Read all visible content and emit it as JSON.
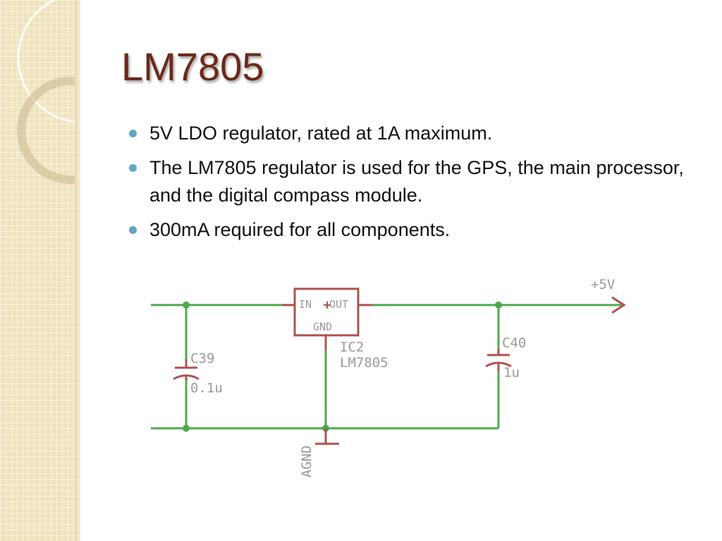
{
  "slide": {
    "title": "LM7805",
    "bullets": [
      "5V LDO regulator, rated at 1A maximum.",
      "The LM7805 regulator is used for the GPS, the main processor,  and the digital compass module.",
      "300mA required for all components."
    ]
  },
  "schematic": {
    "ic_pin_in": "IN",
    "ic_pin_out": "OUT",
    "ic_pin_gnd": "GND",
    "ic_name": "IC2",
    "ic_part": "LM7805",
    "c1_name": "C39",
    "c1_value": "0.1u",
    "c2_name": "C40",
    "c2_value": "1u",
    "supply_label": "+5V",
    "ground_label": "AGND"
  },
  "colors": {
    "title": "#6b2a1a",
    "bullet": "#5fa7c6",
    "wire": "#4caa4c",
    "component": "#b05050",
    "schematic_text": "#9a9a9a",
    "side_panel": "#efe3bd"
  }
}
